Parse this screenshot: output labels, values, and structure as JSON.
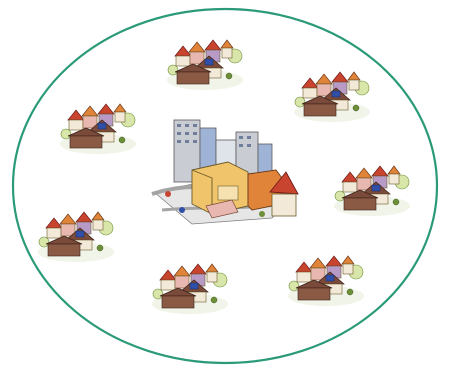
{
  "diagram": {
    "boundary": {
      "shape": "ellipse",
      "stroke": "#2a9a78",
      "fill": "#ffffff"
    },
    "center": {
      "kind": "city",
      "label": ""
    },
    "satellites": [
      {
        "kind": "village"
      },
      {
        "kind": "village"
      },
      {
        "kind": "village"
      },
      {
        "kind": "village"
      },
      {
        "kind": "village"
      },
      {
        "kind": "village"
      },
      {
        "kind": "village"
      }
    ],
    "colors": {
      "roof_red": "#c9442f",
      "roof_orange": "#e0843a",
      "roof_brown": "#7a4a3a",
      "wall_cream": "#f3e9d8",
      "wall_pink": "#e8b7b0",
      "wall_purple": "#b79ac5",
      "solar_blue": "#2f4fa8",
      "tree_green": "#6e8f3a",
      "road_gray": "#a4a4a4",
      "tower_blue": "#9fb3d6",
      "tower_gray": "#c9ccd3",
      "tower_yellow": "#f0c46a"
    }
  }
}
